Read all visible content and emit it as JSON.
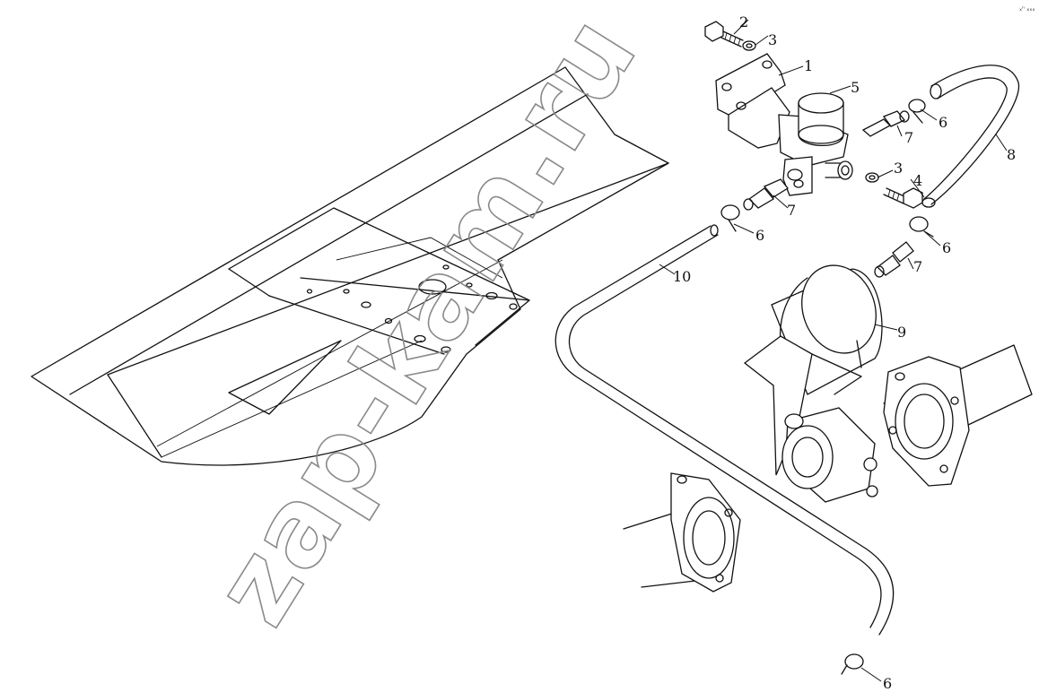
{
  "corner_mark": "ₓⁿ ₓₓₓ",
  "watermark": "zap-kam.ru",
  "callouts": [
    {
      "id": "c2a",
      "label": "2"
    },
    {
      "id": "c3a",
      "label": "3"
    },
    {
      "id": "c1",
      "label": "1"
    },
    {
      "id": "c5",
      "label": "5"
    },
    {
      "id": "c6a",
      "label": "6"
    },
    {
      "id": "c7a",
      "label": "7"
    },
    {
      "id": "c8",
      "label": "8"
    },
    {
      "id": "c3b",
      "label": "3"
    },
    {
      "id": "c4",
      "label": "4"
    },
    {
      "id": "c7b",
      "label": "7"
    },
    {
      "id": "c6b",
      "label": "6"
    },
    {
      "id": "c6c",
      "label": "6"
    },
    {
      "id": "c7c",
      "label": "7"
    },
    {
      "id": "c10",
      "label": "10"
    },
    {
      "id": "c9",
      "label": "9"
    },
    {
      "id": "c6d",
      "label": "6"
    }
  ]
}
